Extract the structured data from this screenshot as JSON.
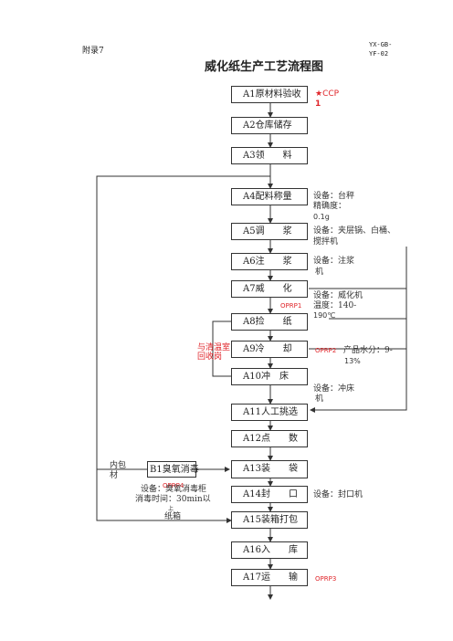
{
  "header": {
    "appendix": "附录7",
    "code_line1": "YX-GB-",
    "code_line2": "YF-02",
    "title": "威化纸生产工艺流程图"
  },
  "steps": [
    {
      "label": "A1原材料验收"
    },
    {
      "label": "A2仓库储存"
    },
    {
      "label": "A3领　　料"
    },
    {
      "label": "A4配料称量"
    },
    {
      "label": "A5调　　浆"
    },
    {
      "label": "A6注　　浆"
    },
    {
      "label": "A7威　　化"
    },
    {
      "label": "A8捡　　纸"
    },
    {
      "label": "A9冷　　却"
    },
    {
      "label": "A10冲　床"
    },
    {
      "label": "A11人工挑选"
    },
    {
      "label": "A12点　　数"
    },
    {
      "label": "A13装　　袋"
    },
    {
      "label": "A14封　　口"
    },
    {
      "label": "A15装箱打包"
    },
    {
      "label": "A16入　　库"
    },
    {
      "label": "A17运　　输"
    }
  ],
  "b1": {
    "label": "B1臭氧消毒"
  },
  "side_labels": {
    "inner_bag_1": "内包",
    "inner_bag_2": "材",
    "carton": "纸箱",
    "recycle_1": "与清温室",
    "recycle_2": "回收岗"
  },
  "marks": {
    "ccp_1": "★CCP",
    "ccp_2": "1",
    "oprp1": "OPRP1",
    "oprp2": "OPRP2",
    "oprp3": "OPRP3",
    "oprp4": "OPRP4"
  },
  "notes": {
    "a4_1": "设备：台秤",
    "a4_2": "精确度：",
    "a4_3": "0.1g",
    "a5_1": "设备：夹层锅、白桶、",
    "a5_2": "搅拌机",
    "a6_1": "设备：注浆",
    "a6_2": "机",
    "a7_1": "设备：威化机",
    "a7_2": "温度：140-",
    "a7_3": "190℃",
    "a9_1": "产品水分：9-",
    "a9_2": "13%",
    "a10_1": "设备：冲床",
    "a10_2": "机",
    "a14_1": "设备：封口机",
    "b1_1": "设备：臭氧消毒柜",
    "b1_2": "消毒时间：30min以",
    "b1_3": "上"
  }
}
